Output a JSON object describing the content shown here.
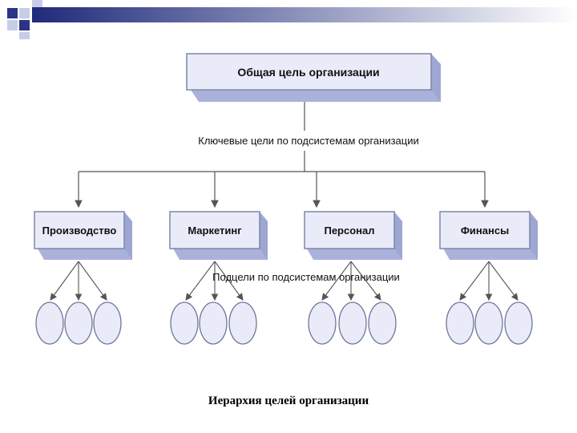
{
  "diagram": {
    "top_goal": "Общая цель организации",
    "key_goals_label": "Ключевые цели по подсистемам организации",
    "subgoals_label": "Подцели по подсистемам организации",
    "subsystems": [
      "Производство",
      "Маркетинг",
      "Персонал",
      "Финансы"
    ],
    "subgoals_per_subsystem": 3
  },
  "caption": "Иерархия целей организации",
  "colors": {
    "box_face": "#e9ecf8",
    "box_shade": "#aab2dc",
    "box_border": "#7f86a8",
    "line": "#555555",
    "deco_dark": "#1f2a7a",
    "deco_light": "#c7cde6"
  }
}
